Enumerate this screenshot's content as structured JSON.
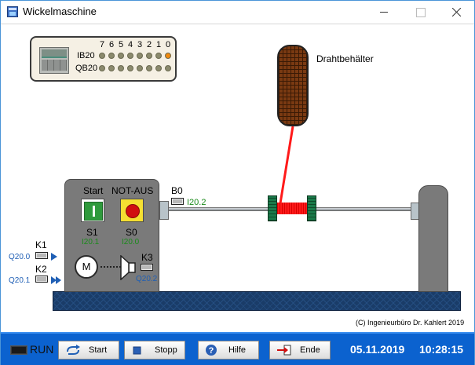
{
  "window": {
    "title": "Wickelmaschine"
  },
  "plc": {
    "bit_labels": [
      "7",
      "6",
      "5",
      "4",
      "3",
      "2",
      "1",
      "0"
    ],
    "input_row_label": "IB20",
    "output_row_label": "QB20",
    "input_bits": [
      0,
      0,
      0,
      0,
      0,
      0,
      0,
      1
    ],
    "output_bits": [
      0,
      0,
      0,
      0,
      0,
      0,
      0,
      0
    ],
    "led_off_color": "#8b8a6d",
    "led_on_color": "#f08a10"
  },
  "container": {
    "label": "Drahtbehälter"
  },
  "control_box": {
    "start_label": "Start",
    "estop_label": "NOT-AUS",
    "s1_label": "S1",
    "s1_tag": "I20.1",
    "s0_label": "S0",
    "s0_tag": "I20.0",
    "k3_label": "K3",
    "k3_tag": "Q20.2",
    "motor_symbol": "M"
  },
  "sensor": {
    "label": "B0",
    "tag": "I20.2"
  },
  "contactors": {
    "k1_label": "K1",
    "k1_tag": "Q20.0",
    "k2_label": "K2",
    "k2_tag": "Q20.1"
  },
  "copyright": "(C) Ingenieurbüro Dr. Kahlert 2019",
  "toolbar": {
    "run_label": "RUN",
    "start_label": "Start",
    "stop_label": "Stopp",
    "help_label": "Hilfe",
    "end_label": "Ende",
    "date": "05.11.2019",
    "time": "10:28:15"
  },
  "colors": {
    "accent_blue": "#0b62cf",
    "tag_green": "#1a8a1a",
    "tag_blue": "#1f5fb5",
    "wire_red": "#ff1a1a",
    "base_navy": "#1a3c68"
  }
}
